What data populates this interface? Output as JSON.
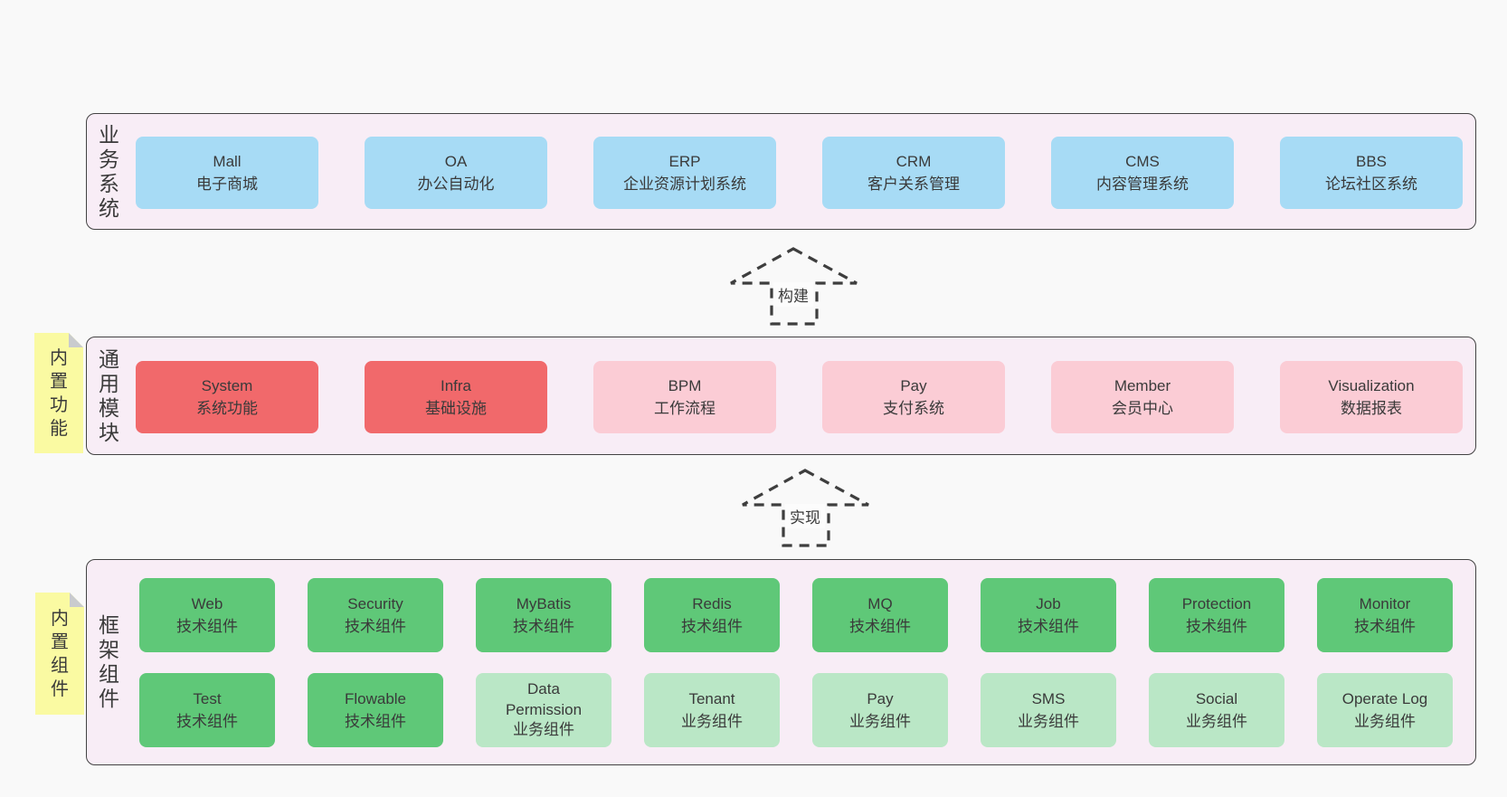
{
  "diagram": {
    "colors": {
      "page_background": "#f9f9f9",
      "band_background": "#f8edf6",
      "band_border": "#434343",
      "business_system_box": "#a7dbf5",
      "core_module_box": "#f1696b",
      "extension_module_box": "#fbccd5",
      "tech_component_box": "#5fc878",
      "biz_component_box": "#bae7c6",
      "sticky_note": "#fafaa2",
      "sticky_note_fold": "#c9cbce",
      "text": "#3a3a3a"
    },
    "arrows": [
      {
        "label": "构建"
      },
      {
        "label": "实现"
      }
    ],
    "bands": [
      {
        "label": "业务系统",
        "boxes": [
          {
            "title": "Mall",
            "subtitle": "电子商城"
          },
          {
            "title": "OA",
            "subtitle": "办公自动化"
          },
          {
            "title": "ERP",
            "subtitle": "企业资源计划系统"
          },
          {
            "title": "CRM",
            "subtitle": "客户关系管理"
          },
          {
            "title": "CMS",
            "subtitle": "内容管理系统"
          },
          {
            "title": "BBS",
            "subtitle": "论坛社区系统"
          }
        ]
      },
      {
        "label": "通用模块",
        "note": "内置功能",
        "boxes": [
          {
            "title": "System",
            "subtitle": "系统功能"
          },
          {
            "title": "Infra",
            "subtitle": "基础设施"
          },
          {
            "title": "BPM",
            "subtitle": "工作流程"
          },
          {
            "title": "Pay",
            "subtitle": "支付系统"
          },
          {
            "title": "Member",
            "subtitle": "会员中心"
          },
          {
            "title": "Visualization",
            "subtitle": "数据报表"
          }
        ]
      },
      {
        "label": "框架组件",
        "note": "内置组件",
        "boxes": [
          {
            "title": "Web",
            "subtitle": "技术组件"
          },
          {
            "title": "Security",
            "subtitle": "技术组件"
          },
          {
            "title": "MyBatis",
            "subtitle": "技术组件"
          },
          {
            "title": "Redis",
            "subtitle": "技术组件"
          },
          {
            "title": "MQ",
            "subtitle": "技术组件"
          },
          {
            "title": "Job",
            "subtitle": "技术组件"
          },
          {
            "title": "Protection",
            "subtitle": "技术组件"
          },
          {
            "title": "Monitor",
            "subtitle": "技术组件"
          },
          {
            "title": "Test",
            "subtitle": "技术组件"
          },
          {
            "title": "Flowable",
            "subtitle": "技术组件"
          },
          {
            "title": "Data Permission",
            "subtitle": "业务组件"
          },
          {
            "title": "Tenant",
            "subtitle": "业务组件"
          },
          {
            "title": "Pay",
            "subtitle": "业务组件"
          },
          {
            "title": "SMS",
            "subtitle": "业务组件"
          },
          {
            "title": "Social",
            "subtitle": "业务组件"
          },
          {
            "title": "Operate Log",
            "subtitle": "业务组件"
          }
        ]
      }
    ]
  }
}
